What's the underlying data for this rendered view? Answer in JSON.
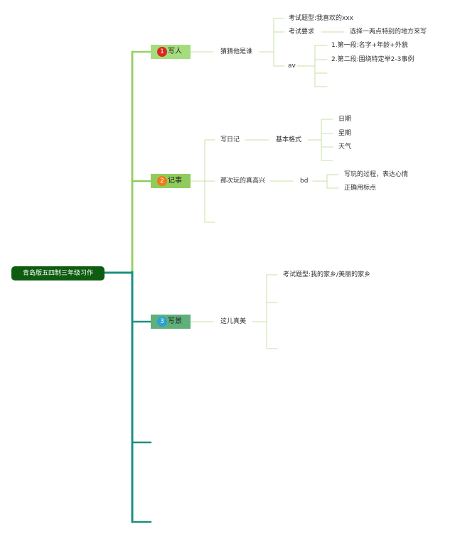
{
  "colors": {
    "root_bg": "#0e5c10",
    "trunk_upper": "#9ad16a",
    "trunk_lower": "#1e8f80",
    "cat1_bg": "#a5dd7e",
    "cat2_bg": "#8fcc5c",
    "cat3_bg": "#5fb07a",
    "badge1": "#d9291c",
    "badge2": "#ef7a1a",
    "badge3": "#2aa0d6",
    "leaf_line": "#c7e0a6"
  },
  "root": {
    "label": "青岛版五四制三年级习作"
  },
  "categories": [
    {
      "number": "1",
      "label": "写人",
      "topics": [
        {
          "label": "猜猜他是谁",
          "children": [
            {
              "label": "考试题型:我喜欢的xxx"
            },
            {
              "label": "考试要求",
              "detail": "选择一两点特别的地方来写"
            },
            {
              "label": "av",
              "children": [
                "1.第一段:名字+年龄+外貌",
                "2.第二段:围绕特定举2-3事例"
              ]
            }
          ]
        }
      ]
    },
    {
      "number": "2",
      "label": "记事",
      "topics": [
        {
          "label": "写日记",
          "sub": "基本格式",
          "items": [
            "日期",
            "星期",
            "天气"
          ]
        },
        {
          "label": "那次玩的真高兴",
          "sub": "bd",
          "items": [
            "写玩的过程，表达心情",
            "正确用标点"
          ]
        }
      ]
    },
    {
      "number": "3",
      "label": "写景",
      "topics": [
        {
          "label": "这儿真美",
          "children": [
            {
              "label": "考试题型:我的家乡/美丽的家乡"
            }
          ]
        }
      ]
    }
  ]
}
